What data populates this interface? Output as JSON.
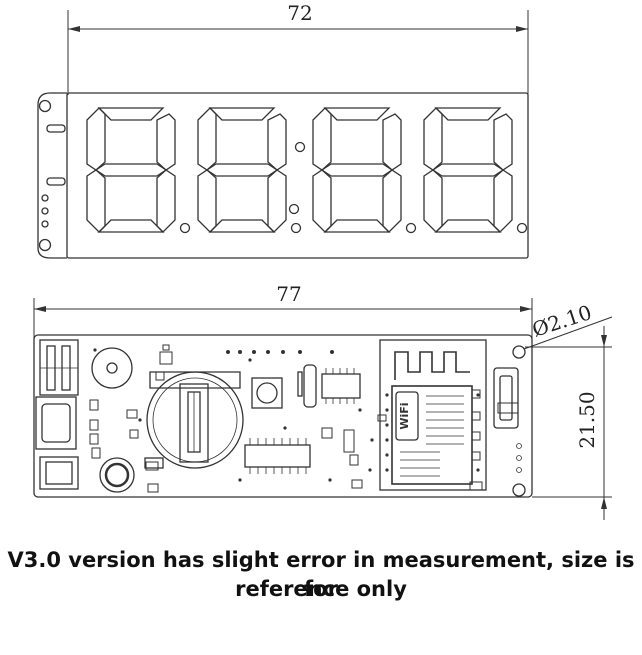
{
  "dimensions": {
    "top_width": "72",
    "board_width": "77",
    "hole_diameter": "Ø2.10",
    "board_height": "21.50"
  },
  "pcb": {
    "module_label": "WiFi"
  },
  "caption": {
    "line1": "V3.0 version has slight error in measurement, size is for",
    "line2": "reference only"
  }
}
